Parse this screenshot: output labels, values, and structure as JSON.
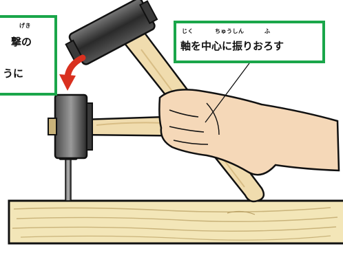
{
  "callout_left": {
    "ruby": "げき",
    "line1": "撃の",
    "line2": "うに"
  },
  "callout_right": {
    "ruby_1": "じく",
    "ruby_2": "ちゅうしん",
    "ruby_3": "ふ",
    "main": "軸を中心に振りおろす"
  },
  "colors": {
    "callout_border": "#1aa64a",
    "arrow": "#d9301f",
    "hammer_head": "#2f2f2f",
    "handle": "#f0dcae",
    "hand": "#f5d8b8",
    "wood": "#f3e6b8",
    "outline": "#111111"
  },
  "icons": {
    "swing_arrow": "curved-arrow-icon"
  }
}
